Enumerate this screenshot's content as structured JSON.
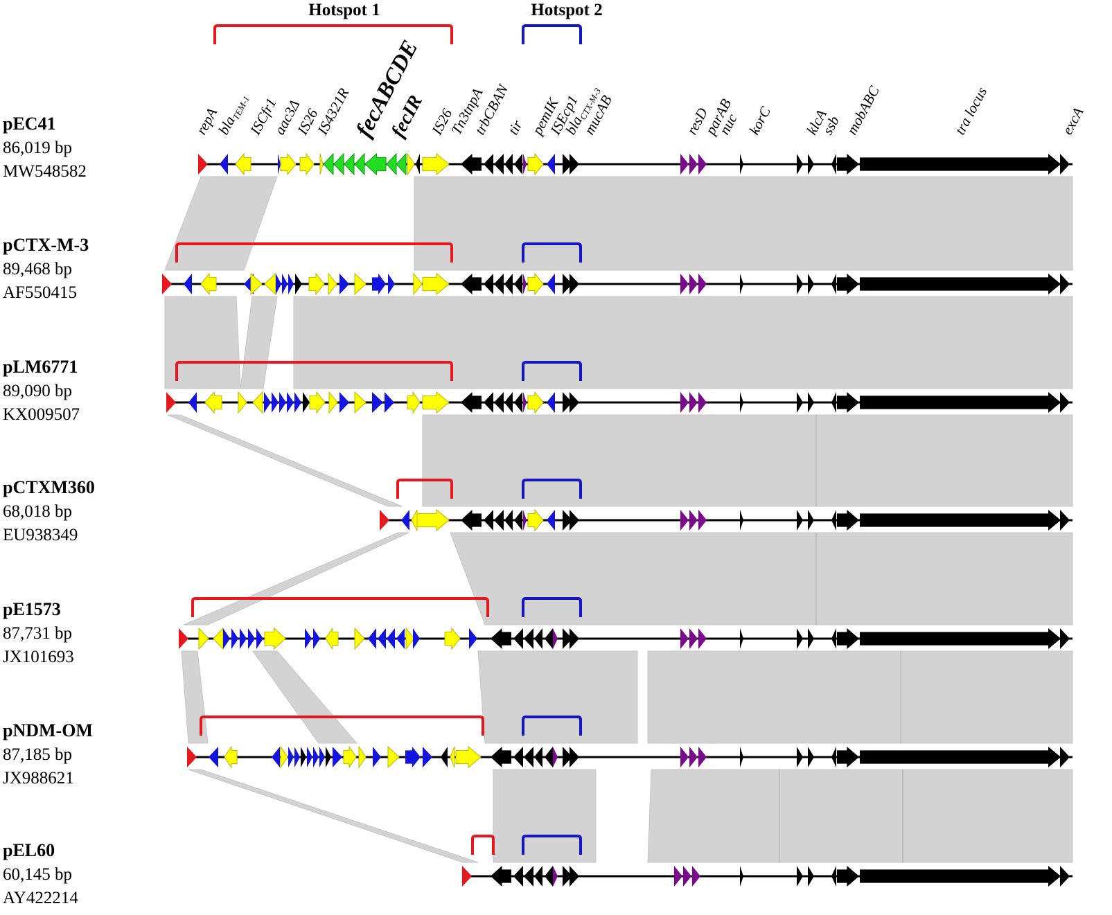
{
  "hotspots": [
    {
      "label": "Hotspot 1",
      "color": "#e8171e"
    },
    {
      "label": "Hotspot 2",
      "color": "#1414c8"
    }
  ],
  "gene_labels": [
    {
      "text": "repA"
    },
    {
      "text": "bla",
      "sub": "TEM-1"
    },
    {
      "text": "ISCfr1"
    },
    {
      "text": "aac3Δ"
    },
    {
      "text": "IS26"
    },
    {
      "text": "IS4321R"
    },
    {
      "text": "fecABCDE"
    },
    {
      "text": "fecIR"
    },
    {
      "text": "IS26"
    },
    {
      "text": "Tn3tnpA"
    },
    {
      "text": "trbCBAN"
    },
    {
      "text": "tir"
    },
    {
      "text": "pemIK"
    },
    {
      "text": "ISEcp1"
    },
    {
      "text": "bla",
      "sub": "CTX-M-3"
    },
    {
      "text": "mucAB"
    },
    {
      "text": "resD"
    },
    {
      "text": "parAB"
    },
    {
      "text": "nuc"
    },
    {
      "text": "korC"
    },
    {
      "text": "klcA"
    },
    {
      "text": "ssb"
    },
    {
      "text": "mobABC"
    },
    {
      "text": "tra locus"
    },
    {
      "text": "excA"
    }
  ],
  "plasmids": [
    {
      "name": "pEC41",
      "size": "86,019  bp",
      "accession": "MW548582"
    },
    {
      "name": "pCTX-M-3",
      "size": "89,468  bp",
      "accession": "AF550415"
    },
    {
      "name": "pLM6771",
      "size": "89,090  bp",
      "accession": "KX009507"
    },
    {
      "name": "pCTXM360",
      "size": "68,018  bp",
      "accession": "EU938349"
    },
    {
      "name": "pE1573",
      "size": "87,731  bp",
      "accession": "JX101693"
    },
    {
      "name": "pNDM-OM",
      "size": "87,185  bp",
      "accession": "JX988621"
    },
    {
      "name": "pEL60",
      "size": "60,145  bp",
      "accession": "AY422214"
    }
  ],
  "colors": {
    "rep": "#e8171e",
    "resistance": "#1414e0",
    "mobile_element": "#ffff00",
    "fec": "#22dd22",
    "backbone": "#000000",
    "partition": "#7a0a8c",
    "homology": "#d3d3d3",
    "hotspot1": "#e8171e",
    "hotspot2": "#1414c8"
  }
}
